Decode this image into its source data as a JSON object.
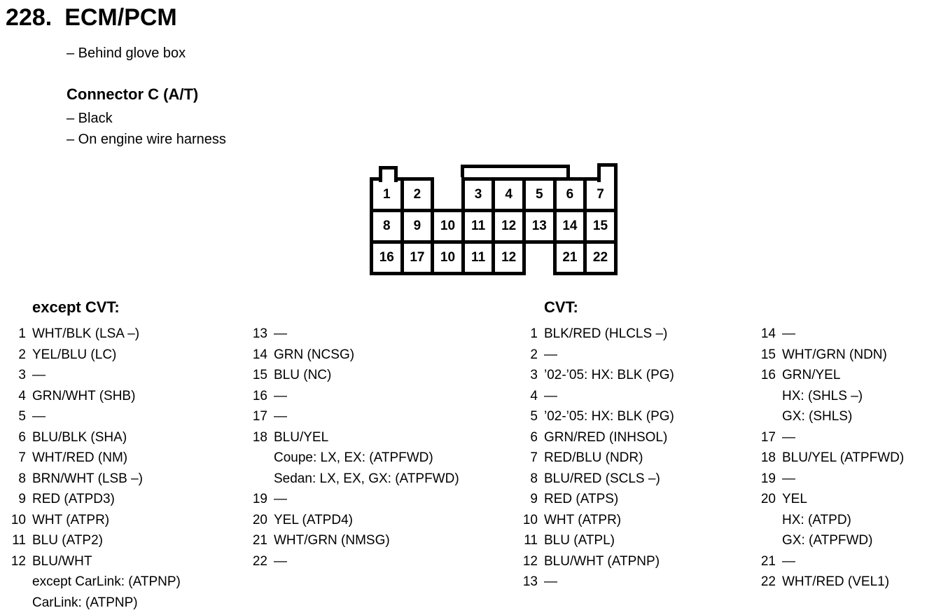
{
  "header": {
    "section_number": "228.",
    "title": "ECM/PCM",
    "location_note": "– Behind glove box",
    "connector_title": "Connector C (A/T)",
    "connector_notes": [
      "– Black",
      "– On engine wire harness"
    ]
  },
  "connector_diagram": {
    "rows": [
      [
        "1",
        "2",
        null,
        "3",
        "4",
        "5",
        "6",
        "7"
      ],
      [
        "8",
        "9",
        "10",
        "11",
        "12",
        "13",
        "14",
        "15"
      ],
      [
        "16",
        "17",
        "10",
        "11",
        "12",
        null,
        "21",
        "22"
      ]
    ]
  },
  "pin_lists": {
    "except_cvt": {
      "heading": "except CVT:",
      "columns": [
        {
          "items": [
            {
              "num": "1",
              "lines": [
                "WHT/BLK (LSA –)"
              ]
            },
            {
              "num": "2",
              "lines": [
                "YEL/BLU (LC)"
              ]
            },
            {
              "num": "3",
              "lines": [
                "—"
              ]
            },
            {
              "num": "4",
              "lines": [
                "GRN/WHT (SHB)"
              ]
            },
            {
              "num": "5",
              "lines": [
                "—"
              ]
            },
            {
              "num": "6",
              "lines": [
                "BLU/BLK (SHA)"
              ]
            },
            {
              "num": "7",
              "lines": [
                "WHT/RED (NM)"
              ]
            },
            {
              "num": "8",
              "lines": [
                "BRN/WHT (LSB –)"
              ]
            },
            {
              "num": "9",
              "lines": [
                "RED (ATPD3)"
              ]
            },
            {
              "num": "10",
              "lines": [
                "WHT (ATPR)"
              ]
            },
            {
              "num": "11",
              "lines": [
                "BLU (ATP2)"
              ]
            },
            {
              "num": "12",
              "lines": [
                "BLU/WHT",
                "except CarLink: (ATPNP)",
                "CarLink: (ATPNP)"
              ]
            }
          ]
        },
        {
          "items": [
            {
              "num": "13",
              "lines": [
                "—"
              ]
            },
            {
              "num": "14",
              "lines": [
                "GRN (NCSG)"
              ]
            },
            {
              "num": "15",
              "lines": [
                "BLU (NC)"
              ]
            },
            {
              "num": "16",
              "lines": [
                "—"
              ]
            },
            {
              "num": "17",
              "lines": [
                "—"
              ]
            },
            {
              "num": "18",
              "lines": [
                "BLU/YEL",
                "Coupe: LX, EX: (ATPFWD)",
                "Sedan: LX, EX, GX: (ATPFWD)"
              ]
            },
            {
              "num": "19",
              "lines": [
                "—"
              ]
            },
            {
              "num": "20",
              "lines": [
                "YEL (ATPD4)"
              ]
            },
            {
              "num": "21",
              "lines": [
                "WHT/GRN (NMSG)"
              ]
            },
            {
              "num": "22",
              "lines": [
                "—"
              ]
            }
          ]
        }
      ]
    },
    "cvt": {
      "heading": "CVT:",
      "columns": [
        {
          "items": [
            {
              "num": "1",
              "lines": [
                "BLK/RED (HLCLS –)"
              ]
            },
            {
              "num": "2",
              "lines": [
                "—"
              ]
            },
            {
              "num": "3",
              "lines": [
                "’02-’05: HX: BLK (PG)"
              ]
            },
            {
              "num": "4",
              "lines": [
                "—"
              ]
            },
            {
              "num": "5",
              "lines": [
                "’02-’05: HX: BLK (PG)"
              ]
            },
            {
              "num": "6",
              "lines": [
                "GRN/RED (INHSOL)"
              ]
            },
            {
              "num": "7",
              "lines": [
                "RED/BLU (NDR)"
              ]
            },
            {
              "num": "8",
              "lines": [
                "BLU/RED (SCLS –)"
              ]
            },
            {
              "num": "9",
              "lines": [
                "RED (ATPS)"
              ]
            },
            {
              "num": "10",
              "lines": [
                "WHT (ATPR)"
              ]
            },
            {
              "num": "11",
              "lines": [
                "BLU (ATPL)"
              ]
            },
            {
              "num": "12",
              "lines": [
                "BLU/WHT (ATPNP)"
              ]
            },
            {
              "num": "13",
              "lines": [
                "—"
              ]
            }
          ]
        },
        {
          "items": [
            {
              "num": "14",
              "lines": [
                "—"
              ]
            },
            {
              "num": "15",
              "lines": [
                "WHT/GRN (NDN)"
              ]
            },
            {
              "num": "16",
              "lines": [
                "GRN/YEL",
                "HX: (SHLS –)",
                "GX: (SHLS)"
              ]
            },
            {
              "num": "17",
              "lines": [
                "—"
              ]
            },
            {
              "num": "18",
              "lines": [
                "BLU/YEL (ATPFWD)"
              ]
            },
            {
              "num": "19",
              "lines": [
                "—"
              ]
            },
            {
              "num": "20",
              "lines": [
                "YEL",
                "HX: (ATPD)",
                "GX: (ATPFWD)"
              ]
            },
            {
              "num": "21",
              "lines": [
                "—"
              ]
            },
            {
              "num": "22",
              "lines": [
                "WHT/RED (VEL1)"
              ]
            }
          ]
        }
      ]
    }
  }
}
